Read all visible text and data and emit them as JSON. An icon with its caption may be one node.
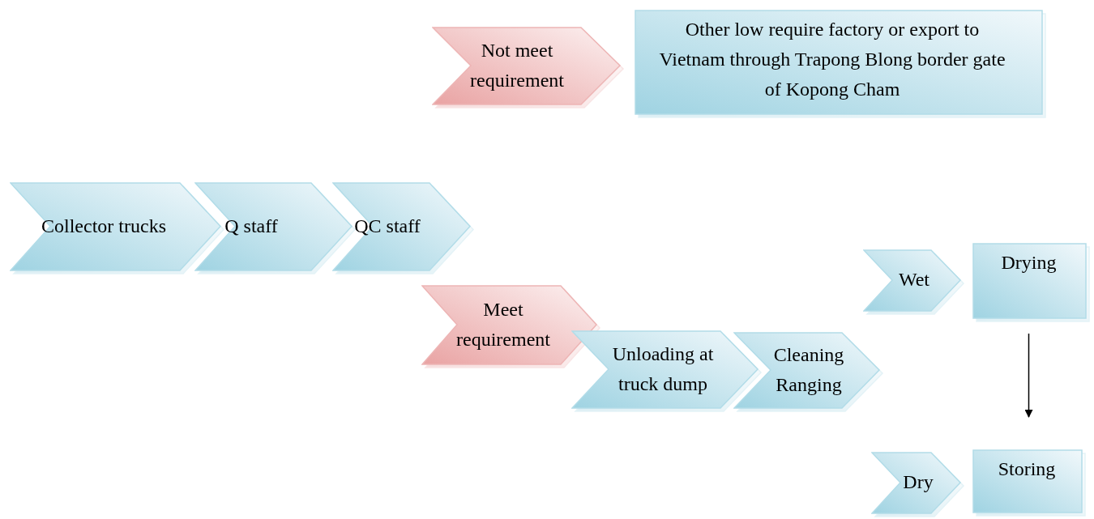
{
  "diagram": {
    "nodes": [
      {
        "text": [
          "Not meet requirement"
        ]
      },
      {
        "text": [
          "Other low require factory or export to Vietnam through Trapong Blong border gate of Kopong Cham"
        ]
      },
      {
        "text": [
          "Collector trucks"
        ]
      },
      {
        "text": [
          "Q staff"
        ]
      },
      {
        "text": [
          "QC staff"
        ]
      },
      {
        "text": [
          "Meet requirement"
        ]
      },
      {
        "text": [
          "Unloading at truck dump"
        ]
      },
      {
        "text": [
          "Cleaning Ranging"
        ]
      },
      {
        "text": [
          "Wet"
        ]
      },
      {
        "text": [
          "Drying"
        ]
      },
      {
        "text": [
          "Dry"
        ]
      },
      {
        "text": [
          "Storing"
        ]
      }
    ],
    "edges": [
      {
        "from": 9,
        "to": 11,
        "arrow": "to"
      }
    ]
  }
}
